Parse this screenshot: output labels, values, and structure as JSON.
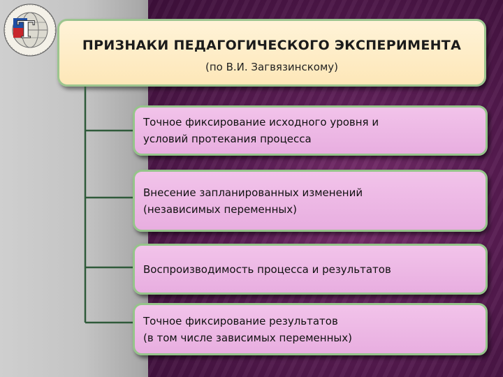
{
  "slide": {
    "title": "ПРИЗНАКИ ПЕДАГОГИЧЕСКОГО ЭКСПЕРИМЕНТА",
    "subtitle": "(по В.И. Загвязинскому)",
    "logo": {
      "letter": "T",
      "icon": "university-globe-logo"
    },
    "colors": {
      "title_fill": "#fde7b8",
      "item_fill": "#eab5e2",
      "border": "#95c48a",
      "connector": "#2f5a3a",
      "background_right": "#5a1d54"
    },
    "items": [
      {
        "text": "Точное фиксирование исходного уровня и\nусловий протекания процесса"
      },
      {
        "text": "Внесение запланированных изменений\n(независимых переменных)"
      },
      {
        "text": "Воспроизводимость процесса и результатов"
      },
      {
        "text": "Точное фиксирование результатов\n(в том числе зависимых переменных)"
      }
    ]
  }
}
